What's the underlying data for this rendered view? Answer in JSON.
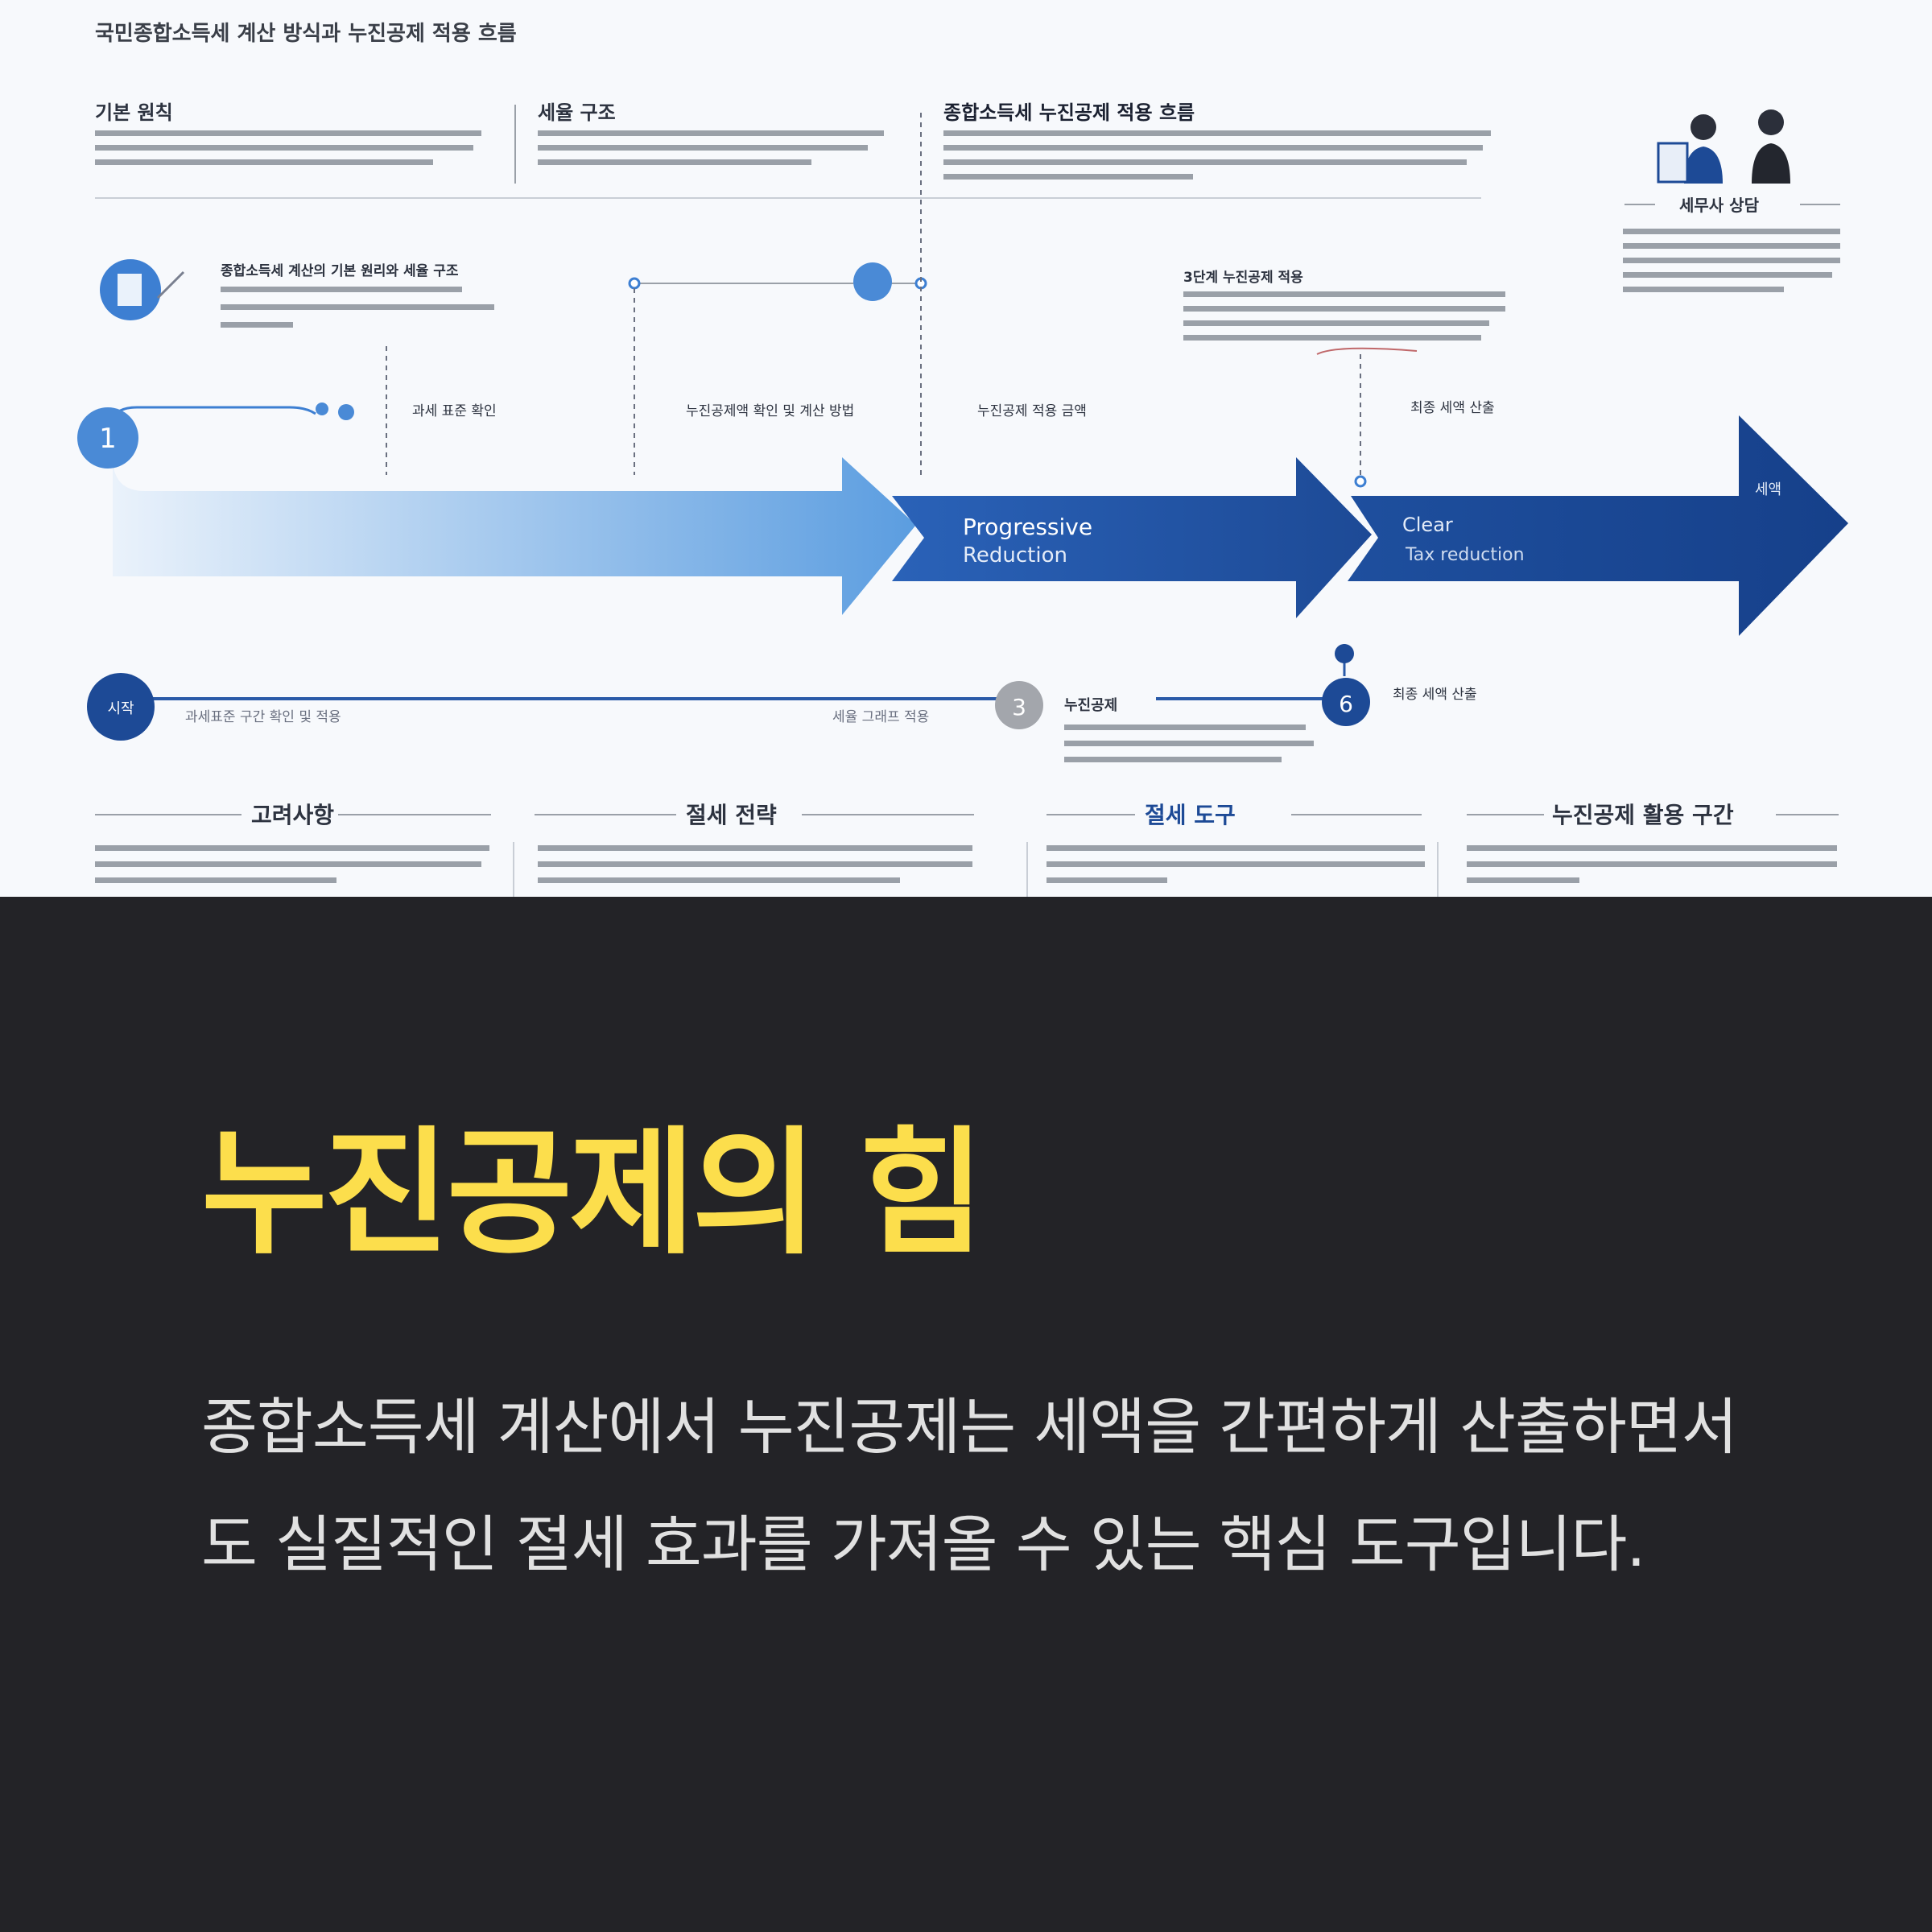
{
  "infographic": {
    "subtitle": "국민종합소득세 계산 방식과 누진공제 적용 흐름",
    "columns": [
      {
        "heading": "기본 원칙"
      },
      {
        "heading": "세율 구조"
      },
      {
        "heading": "종합소득세 누진공제 적용 흐름"
      }
    ],
    "people_caption": "세무사 상담",
    "top_labels": [
      "과세 표준 확인",
      "누진공제액 확인 및 계산 방법",
      "누진공제 적용 금액",
      "최종 세액 산출"
    ],
    "callout_left": "종합소득세 계산의 기본 원리와 세율 구조",
    "callout_right": "3단계 누진공제 적용",
    "steps": [
      "1",
      "3",
      "6"
    ],
    "start_badge": "시작",
    "timeline_left": "과세표준 구간 확인 및 적용",
    "timeline_mid": "세율 그래프 적용",
    "step3_label": "누진공제",
    "step6_label": "최종 세액 산출",
    "arrow_mid": [
      "Progressive",
      "Reduction"
    ],
    "arrow_right": [
      "Clear",
      "Tax reduction"
    ],
    "arrow_end": "세액",
    "sections": [
      "고려사항",
      "절세 전략",
      "절세 도구",
      "누진공제 활용 구간"
    ]
  },
  "content": {
    "title": "누진공제의 힘",
    "body": "종합소득세 계산에서 누진공제는 세액을 간편하게 산출하면서도 실질적인 절세 효과를 가져올 수 있는 핵심 도구입니다."
  },
  "colors": {
    "accent_yellow": "#fcde4c",
    "dark_bg": "#232327",
    "navy": "#1d4a96",
    "light_blue": "#5b9de0",
    "text_light": "#e1e1e1"
  }
}
